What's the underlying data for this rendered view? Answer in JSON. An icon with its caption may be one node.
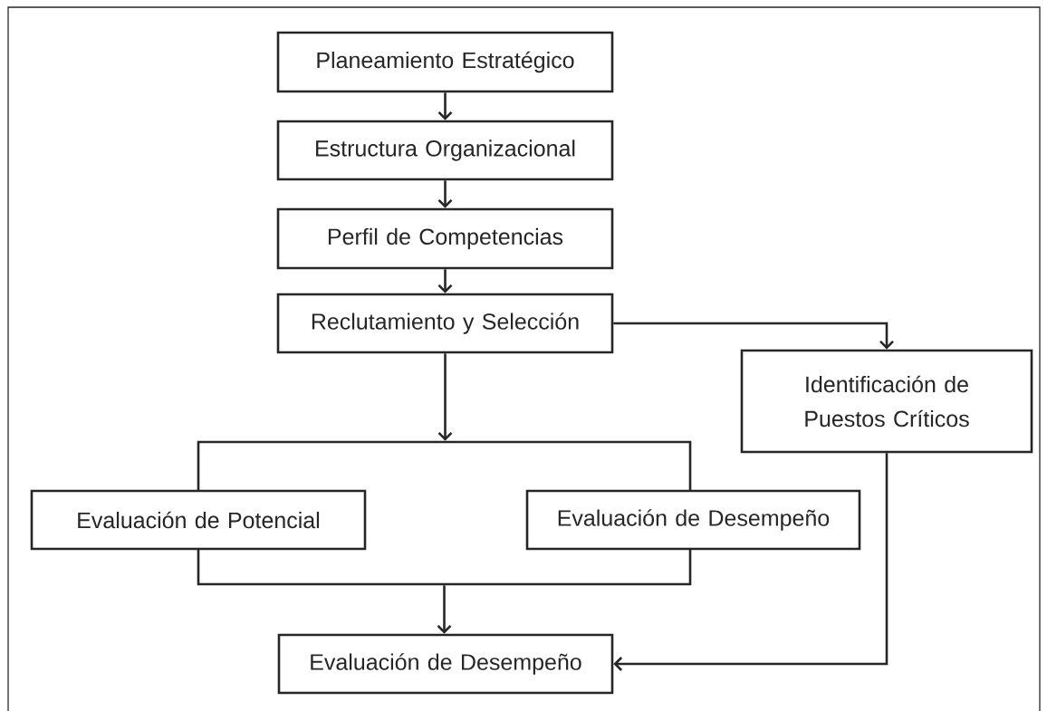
{
  "diagram": {
    "nodes": [
      {
        "text": [
          "Planeamiento Estratégico"
        ]
      },
      {
        "text": [
          "Estructura Organizacional"
        ]
      },
      {
        "text": [
          "Perfil de Competencias"
        ]
      },
      {
        "text": [
          "Reclutamiento y Selección"
        ]
      },
      {
        "text": [
          "Identificación de Puestos Críticos"
        ]
      },
      {
        "text": [],
        "shape": "box"
      },
      {
        "text": [
          "Evaluación de Potencial"
        ]
      },
      {
        "text": [
          "Evaluación de Desempeño"
        ]
      },
      {
        "text": [
          "Evaluación de Desempeño"
        ]
      }
    ],
    "edges": [
      {
        "from": 0,
        "to": 1,
        "arrow": "to"
      },
      {
        "from": 1,
        "to": 2,
        "arrow": "to"
      },
      {
        "from": 2,
        "to": 3,
        "arrow": "to"
      },
      {
        "from": 3,
        "to": 4,
        "arrow": "to"
      },
      {
        "from": 3,
        "to": 5,
        "arrow": "to"
      },
      {
        "from": 5,
        "to": 8,
        "arrow": "to"
      },
      {
        "from": 4,
        "to": 8,
        "arrow": "to"
      }
    ]
  }
}
